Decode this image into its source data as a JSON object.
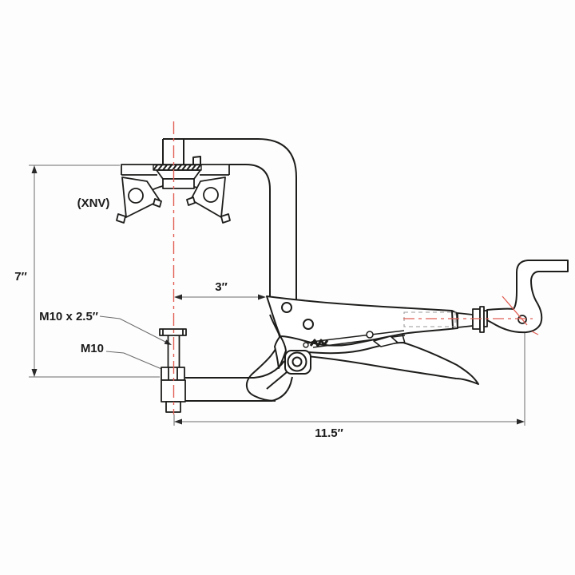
{
  "drawing": {
    "labels": {
      "attachment": "(XNV)",
      "height_dim": "7″",
      "throat_dim": "3″",
      "length_dim": "11.5″",
      "bolt_spec": "M10 x 2.5″",
      "nut_spec": "M10"
    },
    "colors": {
      "line": "#1d1d1b",
      "centerline_red": "#e15f55",
      "dimension_gray": "#6a6a6a",
      "hidden_gray": "#9a9a9a",
      "background": "#fdfdfd"
    }
  }
}
